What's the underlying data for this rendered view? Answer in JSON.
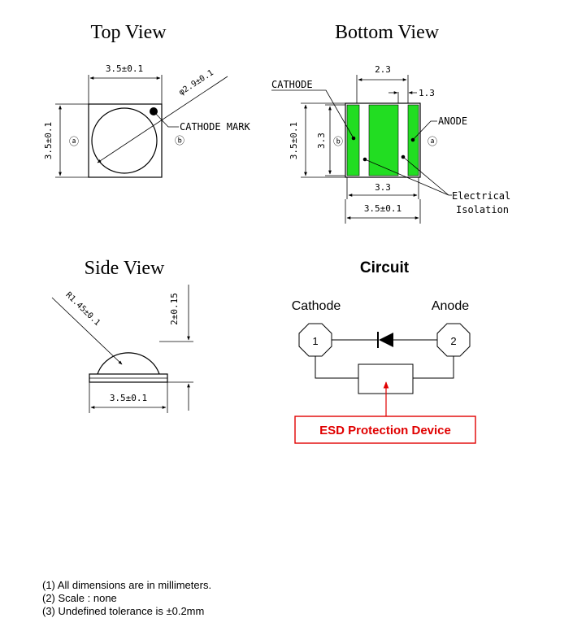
{
  "titles": {
    "top_view": "Top View",
    "bottom_view": "Bottom View",
    "side_view": "Side View",
    "circuit": "Circuit"
  },
  "top_view": {
    "width_dim": "3.5±0.1",
    "height_dim": "3.5±0.1",
    "diameter_dim": "φ2.9±0.1",
    "cathode_mark": "CATHODE MARK",
    "pad_a": "ⓐ",
    "pad_b": "ⓑ"
  },
  "bottom_view": {
    "cathode": "CATHODE",
    "anode": "ANODE",
    "dim_top": "2.3",
    "dim_gap": "1.3",
    "dim_inner_width": "3.3",
    "dim_outer_width": "3.5±0.1",
    "dim_outer_height": "3.5±0.1",
    "dim_inner_height": "3.3",
    "electrical_isolation_line1": "Electrical",
    "electrical_isolation_line2": "Isolation",
    "pad_a": "ⓐ",
    "pad_b": "ⓑ",
    "pad_color": "#22dd22"
  },
  "side_view": {
    "radius_dim": "R1.45±0.1",
    "height_dim": "2±0.15",
    "width_dim": "3.5±0.1"
  },
  "circuit": {
    "cathode_label": "Cathode",
    "anode_label": "Anode",
    "node_1": "1",
    "node_2": "2",
    "esd_label": "ESD Protection Device",
    "esd_color": "#e00000"
  },
  "notes": [
    "(1) All dimensions are in millimeters.",
    "(2) Scale : none",
    "(3) Undefined tolerance is ±0.2mm"
  ]
}
